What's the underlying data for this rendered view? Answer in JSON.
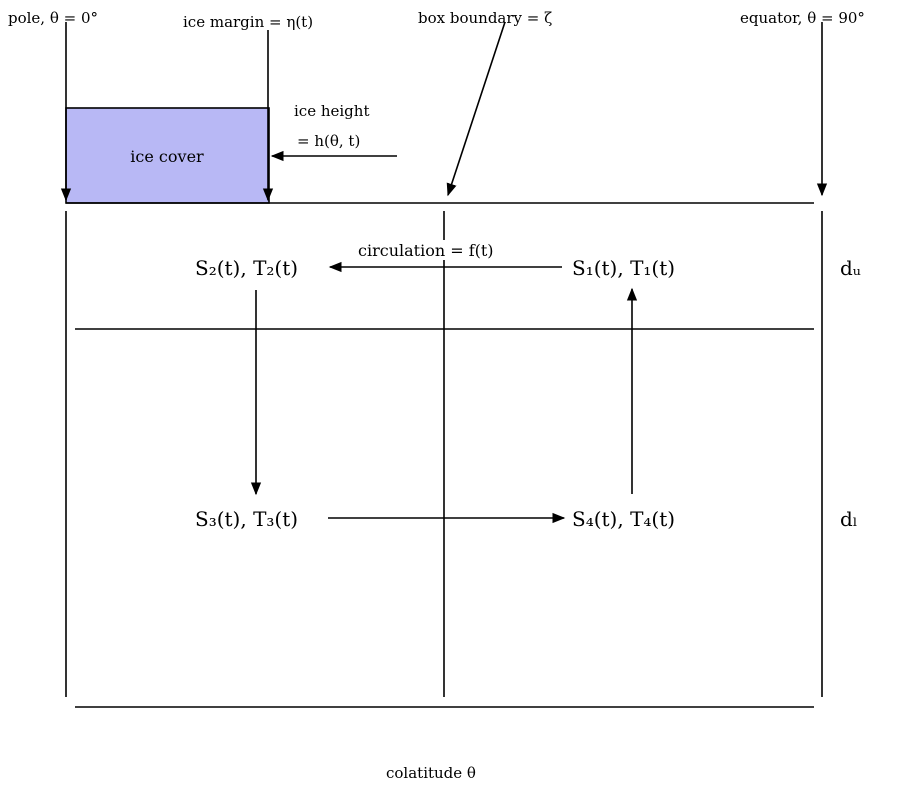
{
  "colors": {
    "ice_fill": "#b8b8f5",
    "line": "#000000"
  },
  "labels": {
    "pole": "pole, θ = 0°",
    "ice_margin": "ice margin = η(t)",
    "box_boundary": "box boundary = ζ",
    "equator": "equator, θ = 90°",
    "ice_height_line1": "ice height",
    "ice_height_line2": "= h(θ, t)",
    "ice_cover": "ice cover",
    "circulation": "circulation = f(t)",
    "box1": "S₁(t), T₁(t)",
    "box2": "S₂(t), T₂(t)",
    "box3": "S₃(t), T₃(t)",
    "box4": "S₄(t), T₄(t)",
    "depth_upper": "dᵤ",
    "depth_lower": "dₗ",
    "x_axis": "colatitude θ"
  }
}
